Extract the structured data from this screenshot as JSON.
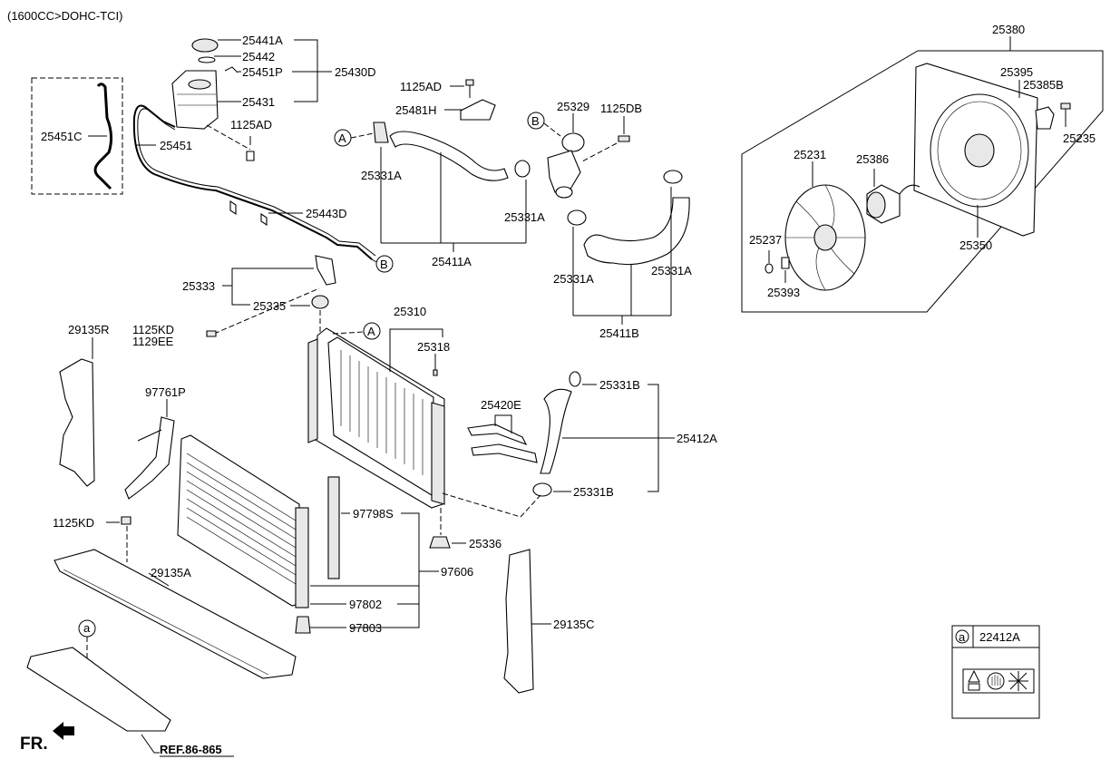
{
  "diagram": {
    "engine_spec": "(1600CC>DOHC-TCI)",
    "front_indicator": "FR.",
    "reference": "REF.86-865",
    "callout_a": "a",
    "callout_A": "A",
    "callout_B": "B",
    "parts": {
      "p25441A": "25441A",
      "p25442": "25442",
      "p25451P": "25451P",
      "p25430D": "25430D",
      "p25431": "25431",
      "p1125AD_a": "1125AD",
      "p25451C": "25451C",
      "p25451": "25451",
      "p1125AD_b": "1125AD",
      "p25481H": "25481H",
      "p25329": "25329",
      "p1125DB": "1125DB",
      "p25331A_1": "25331A",
      "p25331A_2": "25331A",
      "p25331A_3": "25331A",
      "p25331A_4": "25331A",
      "p25443D": "25443D",
      "p25411A": "25411A",
      "p25411B": "25411B",
      "p25333": "25333",
      "p25335": "25335",
      "p1125KD_a": "1125KD",
      "p1129EE": "1129EE",
      "p25310": "25310",
      "p25318": "25318",
      "p29135R": "29135R",
      "p97761P": "97761P",
      "p25420E": "25420E",
      "p25331B_1": "25331B",
      "p25331B_2": "25331B",
      "p25412A": "25412A",
      "p1125KD_b": "1125KD",
      "p97798S": "97798S",
      "p25336": "25336",
      "p29135A": "29135A",
      "p97606": "97606",
      "p97802": "97802",
      "p97803": "97803",
      "p29135C": "29135C",
      "p25380": "25380",
      "p25395": "25395",
      "p25385B": "25385B",
      "p25235": "25235",
      "p25231": "25231",
      "p25386": "25386",
      "p25237": "25237",
      "p25393": "25393",
      "p25350": "25350",
      "p22412A": "22412A"
    }
  }
}
